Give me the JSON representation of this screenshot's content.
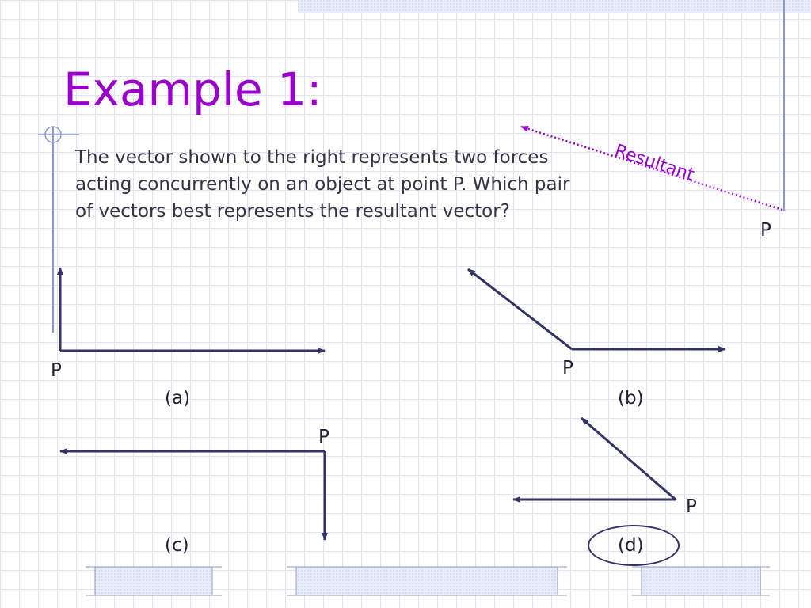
{
  "slide": {
    "title": "Example 1:",
    "question": "The vector shown to the right represents two forces acting concurrently on an object at point P. Which pair of vectors best represents the resultant vector?"
  },
  "resultant": {
    "label": "Resultant",
    "point_label": "P"
  },
  "options": [
    {
      "id": "a",
      "label": "(a)",
      "point_label": "P"
    },
    {
      "id": "b",
      "label": "(b)",
      "point_label": "P"
    },
    {
      "id": "c",
      "label": "(c)",
      "point_label": "P"
    },
    {
      "id": "d",
      "label": "(d)",
      "point_label": "P",
      "highlighted": true
    }
  ],
  "colors": {
    "title": "#9900cc",
    "resultant": "#9900cc",
    "vector": "#333366",
    "grid": "#dfe3f2",
    "frame": "#8c98cc",
    "band": "#e8ecf8"
  }
}
